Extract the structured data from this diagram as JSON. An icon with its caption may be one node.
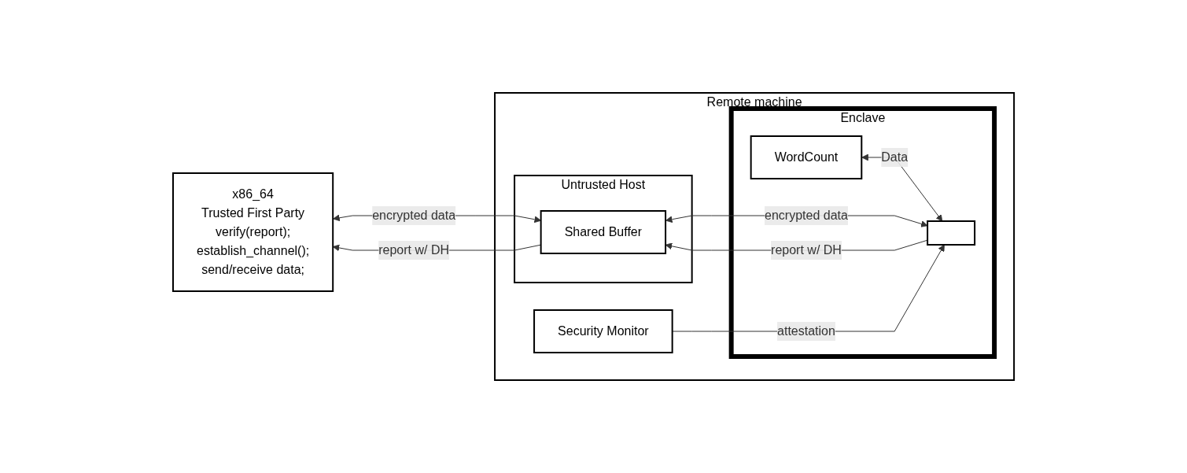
{
  "diagram": {
    "nodes": [
      {
        "text": [
          "x86_64",
          "Trusted First Party",
          "verify(report);",
          "establish_channel();",
          "send/receive data;"
        ]
      },
      {
        "text": [
          "Remote machine"
        ]
      },
      {
        "text": [
          "Untrusted Host"
        ],
        "in": 1
      },
      {
        "text": [
          "Shared Buffer"
        ],
        "in": 2
      },
      {
        "text": [
          "Enclave"
        ],
        "in": 1
      },
      {
        "text": [
          "WordCount"
        ],
        "in": 4
      },
      {
        "text": [],
        "shape": "box",
        "in": 4
      },
      {
        "text": [
          "Security Monitor"
        ],
        "in": 1
      }
    ],
    "edges": [
      {
        "from": 3,
        "to": 0,
        "arrow": "to",
        "label": "report w/ DH"
      },
      {
        "from": 0,
        "to": 3,
        "arrow": "both",
        "label": "encrypted data"
      },
      {
        "from": 6,
        "to": 3,
        "arrow": "to",
        "label": "report w/ DH"
      },
      {
        "from": 3,
        "to": 6,
        "arrow": "both",
        "label": "encrypted data"
      },
      {
        "from": 5,
        "to": 6,
        "arrow": "both",
        "label": "Data"
      },
      {
        "from": 7,
        "to": 6,
        "arrow": "to",
        "label": "attestation"
      }
    ]
  }
}
